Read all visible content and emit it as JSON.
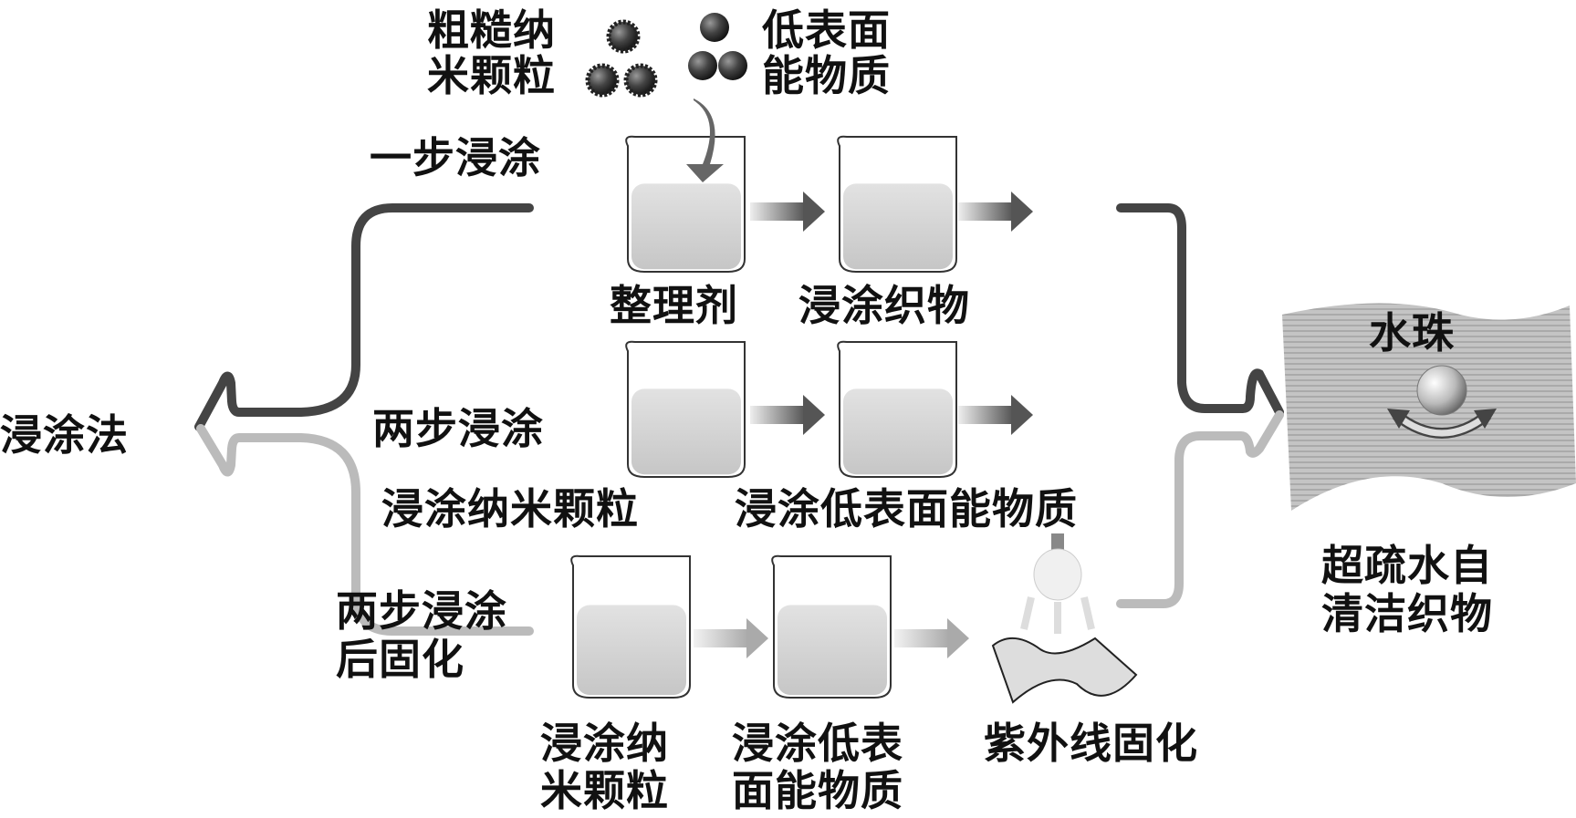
{
  "title": "浸涂法",
  "inputs": {
    "nanoparticle": "粗糙纳\n米颗粒",
    "nanoparticle_l1": "粗糙纳",
    "nanoparticle_l2": "米颗粒",
    "low_energy_l1": "低表面",
    "low_energy_l2": "能物质"
  },
  "rows": [
    {
      "name": "一步浸涂",
      "steps": [
        "整理剂",
        "浸涂织物"
      ]
    },
    {
      "name": "两步浸涂",
      "steps": [
        "浸涂纳米颗粒",
        "浸涂低表面能物质"
      ]
    },
    {
      "name_l1": "两步浸涂",
      "name_l2": "后固化",
      "steps_l1": [
        "浸涂纳",
        "浸涂低表",
        "紫外线固化"
      ],
      "steps_l2": [
        "米颗粒",
        "面能物质"
      ]
    }
  ],
  "result": {
    "droplet_label": "水珠",
    "l1": "超疏水自",
    "l2": "清洁织物"
  },
  "colors": {
    "dark_line": "#444444",
    "light_line": "#bbbbbb",
    "arrow": "#555555"
  }
}
